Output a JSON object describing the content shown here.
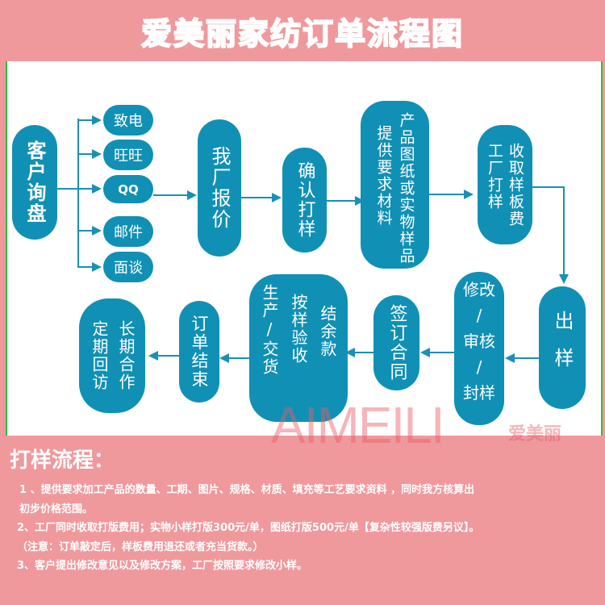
{
  "title": "爱美丽家纺订单流程图",
  "colors": {
    "background": "#f0999d",
    "panel": "#ffffff",
    "panel_border": "#22c43a",
    "node": "#1190b5",
    "connector": "#1a8fb8",
    "text_light": "#ffffff"
  },
  "flow": {
    "start": "客户询盘",
    "channels": [
      "致电",
      "旺旺",
      "QQ",
      "邮件",
      "面谈"
    ],
    "steps": [
      {
        "id": "quote",
        "label": "我厂报价"
      },
      {
        "id": "confirm",
        "label": "确认打样"
      },
      {
        "id": "materials",
        "label_col1": "产品图纸或实物样品",
        "label_col2": "提供要求材料"
      },
      {
        "id": "fee",
        "label_col1": "收取样板费",
        "label_col2": "工厂打样"
      },
      {
        "id": "ship_sample",
        "label": "出样"
      },
      {
        "id": "revise",
        "lines": [
          "修改",
          "/",
          "审核",
          "/",
          "封样"
        ]
      },
      {
        "id": "contract",
        "label": "签订合同"
      },
      {
        "id": "production",
        "label_col1": "结余款",
        "label_col2": "按样验收",
        "label_col3": "生产/交货"
      },
      {
        "id": "end",
        "label": "订单结束"
      },
      {
        "id": "followup",
        "label_col1": "长期合作",
        "label_col2": "定期回访"
      }
    ]
  },
  "watermark": {
    "latin": "AIMEILI",
    "cn": "爱美丽"
  },
  "sampling": {
    "heading": "打样流程：",
    "lines": [
      "1 、提供要求加工产品的数量、工期、图片、规格、材质、填充等工艺要求资料 ，同时我方核算出",
      "初步价格范围。",
      "2、工厂同时收取打版费用；实物小样打版300元/单，图纸打版500元/单【复杂性较强版费另议】。",
      "（注意：订单敲定后，样板费用退还或者充当货款。）",
      "3、客户提出修改意见以及修改方案，工厂按照要求修改小样。"
    ]
  }
}
